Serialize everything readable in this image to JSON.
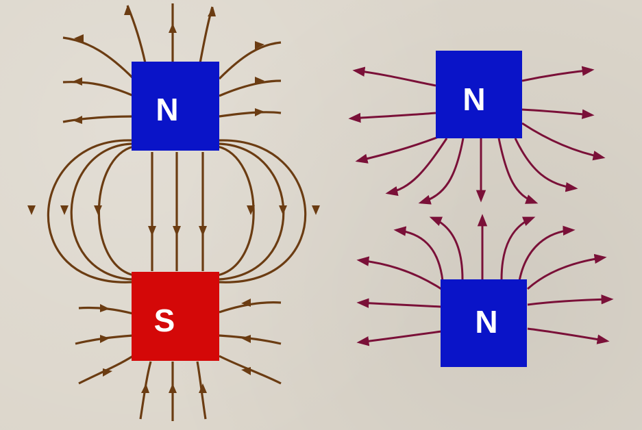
{
  "colors": {
    "background": "#dcd6cb",
    "north_magnet": "#0a14c8",
    "south_magnet": "#d40808",
    "attract_field_lines": "#6b3c12",
    "repel_field_lines": "#7a1038",
    "label": "#ffffff"
  },
  "left_pair": {
    "top_magnet": {
      "pole": "N"
    },
    "bottom_magnet": {
      "pole": "S"
    }
  },
  "right_pair": {
    "top_magnet": {
      "pole": "N"
    },
    "bottom_magnet": {
      "pole": "N"
    }
  },
  "icons": [
    "field-line-arrow"
  ]
}
